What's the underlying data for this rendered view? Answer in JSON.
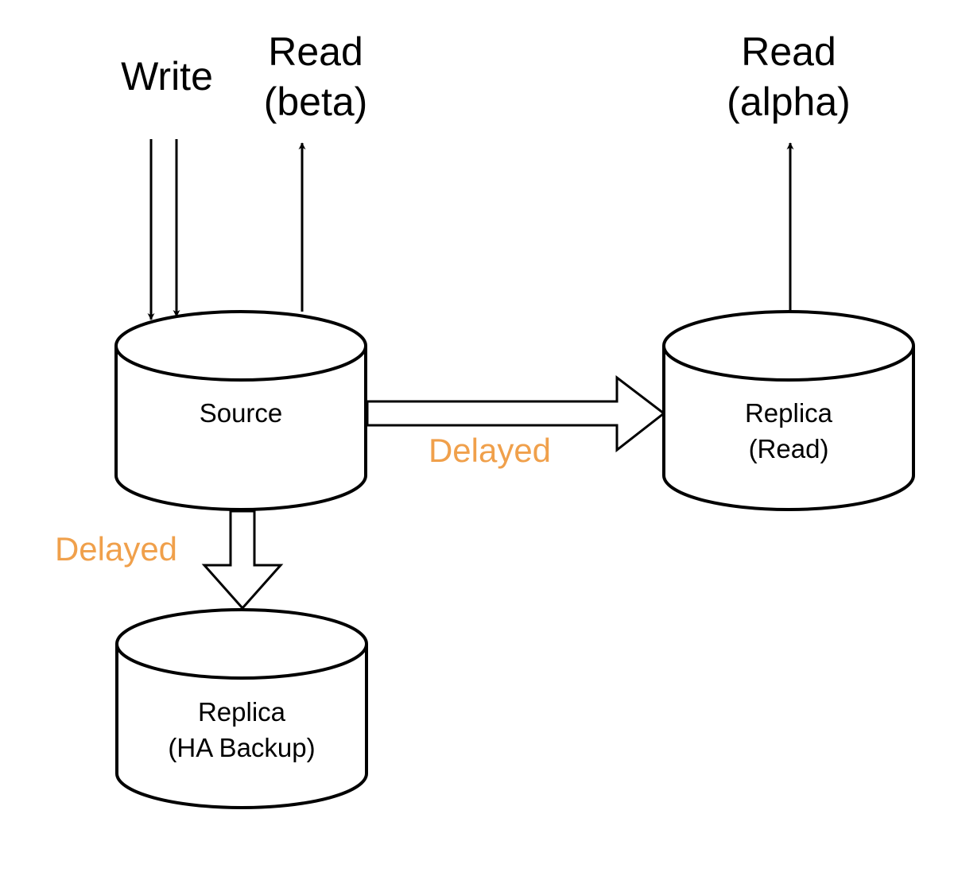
{
  "labels": {
    "write": "Write",
    "read_beta_line1": "Read",
    "read_beta_line2": "(beta)",
    "read_alpha_line1": "Read",
    "read_alpha_line2": "(alpha)",
    "delayed_right": "Delayed",
    "delayed_down": "Delayed"
  },
  "databases": {
    "source": {
      "line1": "Source"
    },
    "replica_read": {
      "line1": "Replica",
      "line2": "(Read)"
    },
    "replica_backup": {
      "line1": "Replica",
      "line2": "(HA Backup)"
    }
  },
  "colors": {
    "accent": "#F0A04B",
    "stroke": "#000000"
  }
}
